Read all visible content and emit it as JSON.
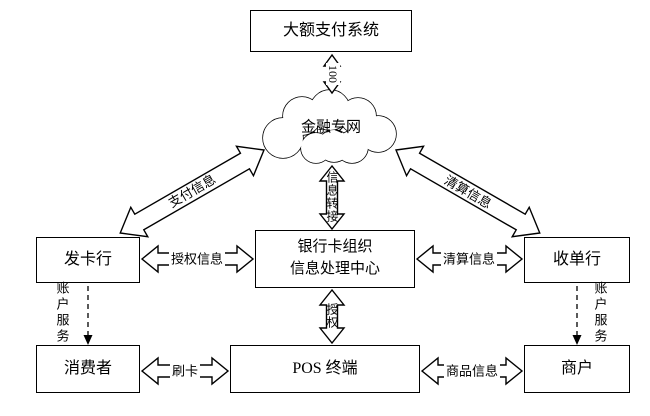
{
  "diagram": {
    "background": "#ffffff",
    "stroke_color": "#000000",
    "nodes": {
      "payment_system": "大额支付系统",
      "network": "金融专网",
      "issuer": "发卡行",
      "card_org_line1": "银行卡组织",
      "card_org_line2": "信息处理中心",
      "acquirer": "收单行",
      "consumer": "消费者",
      "pos_terminal": "POS 终端",
      "merchant": "商户"
    },
    "edge_labels": {
      "top_link": "100",
      "payment_info": "支付信息",
      "clearing_info_upper": "清算信息",
      "info_switch": "信息转接",
      "auth_info": "授权信息",
      "clearing_info": "清算信息",
      "auth": "授权",
      "account_service_left": "账户服务",
      "account_service_right": "账户服务",
      "card_swipe": "刷卡",
      "goods_info": "商品信息"
    }
  }
}
